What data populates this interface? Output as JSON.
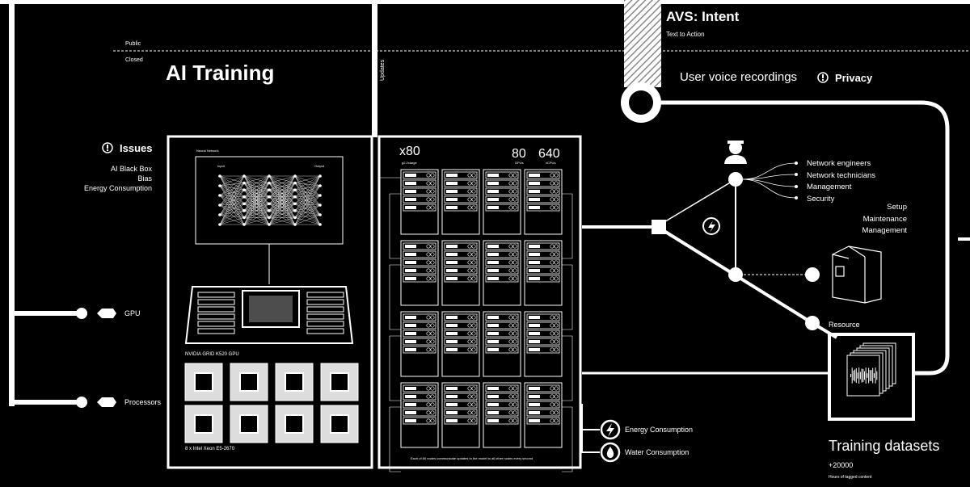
{
  "header": {
    "public_label": "Public",
    "closed_label": "Closed",
    "title": "AI Training",
    "updates_label": "Updates"
  },
  "avs": {
    "title": "AVS: Intent",
    "subtitle": "Text to Action",
    "voice_label": "User voice recordings",
    "privacy_label": "Privacy"
  },
  "issues": {
    "title": "Issues",
    "items": [
      "AI Black Box",
      "Bias",
      "Energy Consumption"
    ]
  },
  "left_links": {
    "gpu": "GPU",
    "processors": "Processors"
  },
  "hardware": {
    "neural_network_label": "Neural Network",
    "input_label": "Input",
    "output_label": "Output",
    "gpu_name": "NVIDIA GRID K520 GPU",
    "cpu_name": "8 x Intel Xeon E5-2670"
  },
  "cluster": {
    "count": "x80",
    "instance": "g2.2xlarge",
    "gpus_value": "80",
    "gpus_label": "GPUs",
    "vcpus_value": "640",
    "vcpus_label": "vCPUs",
    "footnote": "Each of 80 nodes communicate updates to the model to all other nodes every second"
  },
  "consumption": {
    "energy": "Energy Consumption",
    "water": "Water Consumption"
  },
  "people": {
    "roles": [
      "Network engineers",
      "Network technicians",
      "Management",
      "Security"
    ],
    "tasks": [
      "Setup",
      "Maintenance",
      "Management"
    ]
  },
  "resource_label": "Resource",
  "datasets": {
    "title": "Training datasets",
    "value": "+20000",
    "caption": "Hours of tagged content"
  },
  "colors": {
    "background": "#000000",
    "foreground": "#ffffff"
  }
}
